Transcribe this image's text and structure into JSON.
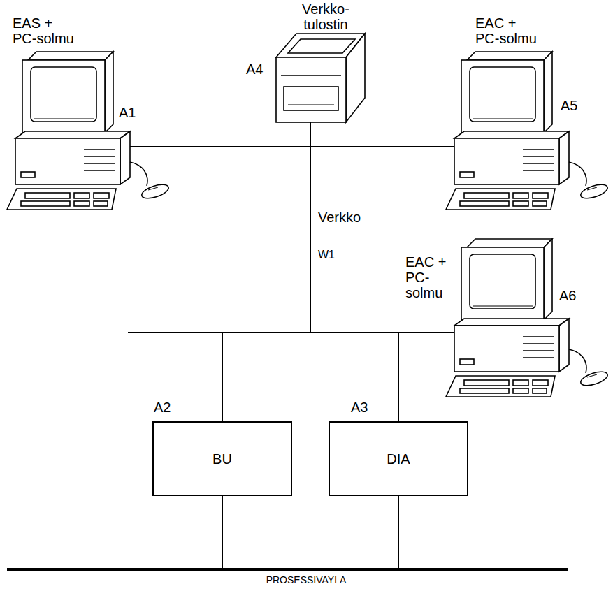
{
  "diagram": {
    "nodes": [
      {
        "text": [
          "BU"
        ]
      },
      {
        "text": [
          "DIA"
        ]
      }
    ],
    "edges": [
      {
        "from": 0,
        "to": 1,
        "arrow": "none"
      },
      {
        "from": 0,
        "to": 1,
        "arrow": "none"
      }
    ],
    "labels": [
      "EAS + PC-solmu",
      "A1",
      "Verkko- tulostin",
      "A4",
      "EAC + PC-solmu",
      "A5",
      "Verkko",
      "W1",
      "EAC + PC- solmu",
      "A6",
      "A2",
      "A3",
      "PROSESSIVAYLA"
    ]
  }
}
